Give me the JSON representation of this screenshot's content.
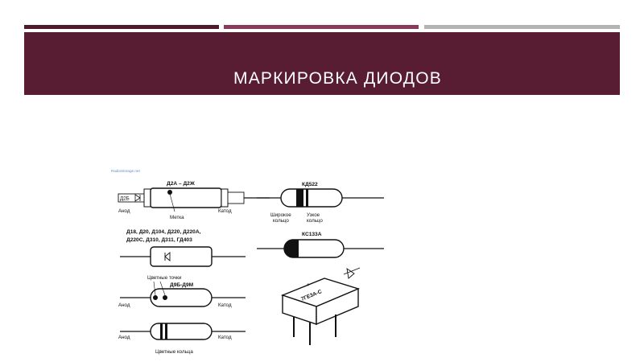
{
  "slide": {
    "title": "МАРКИРОВКА  ДИОДОВ",
    "colors": {
      "banner": "#581d33",
      "stripe_dark": "#4f1a2c",
      "stripe_mid": "#8a3a5c",
      "stripe_light": "#b3b3b3"
    }
  },
  "figure": {
    "source": "RadioStorage.net",
    "diode1": {
      "type": "Д2А – Д2Ж",
      "body_mark": "Д2Б",
      "anode": "Анод",
      "cathode": "Катод",
      "mark": "Метка"
    },
    "diode2": {
      "types_line1": "Д18, Д20, Д104, Д220, Д220А,",
      "types_line2": "Д220С, Д310, Д311, ГД403"
    },
    "diode3": {
      "dots": "Цветные точки",
      "type": "Д9Б-Д9М",
      "anode": "Анод",
      "cathode": "Катод"
    },
    "diode4": {
      "anode": "Анод",
      "cathode": "Катод",
      "rings": "Цветные кольца"
    },
    "diode5": {
      "type": "КД522",
      "wide_ring_line1": "Широкое",
      "wide_ring_line2": "кольцо",
      "narrow_ring_line1": "Узкое",
      "narrow_ring_line2": "кольцо"
    },
    "diode6": {
      "type": "КС133А"
    },
    "diode7": {
      "body_mark": "7ГЕ3А-С",
      "plus": "+"
    }
  }
}
